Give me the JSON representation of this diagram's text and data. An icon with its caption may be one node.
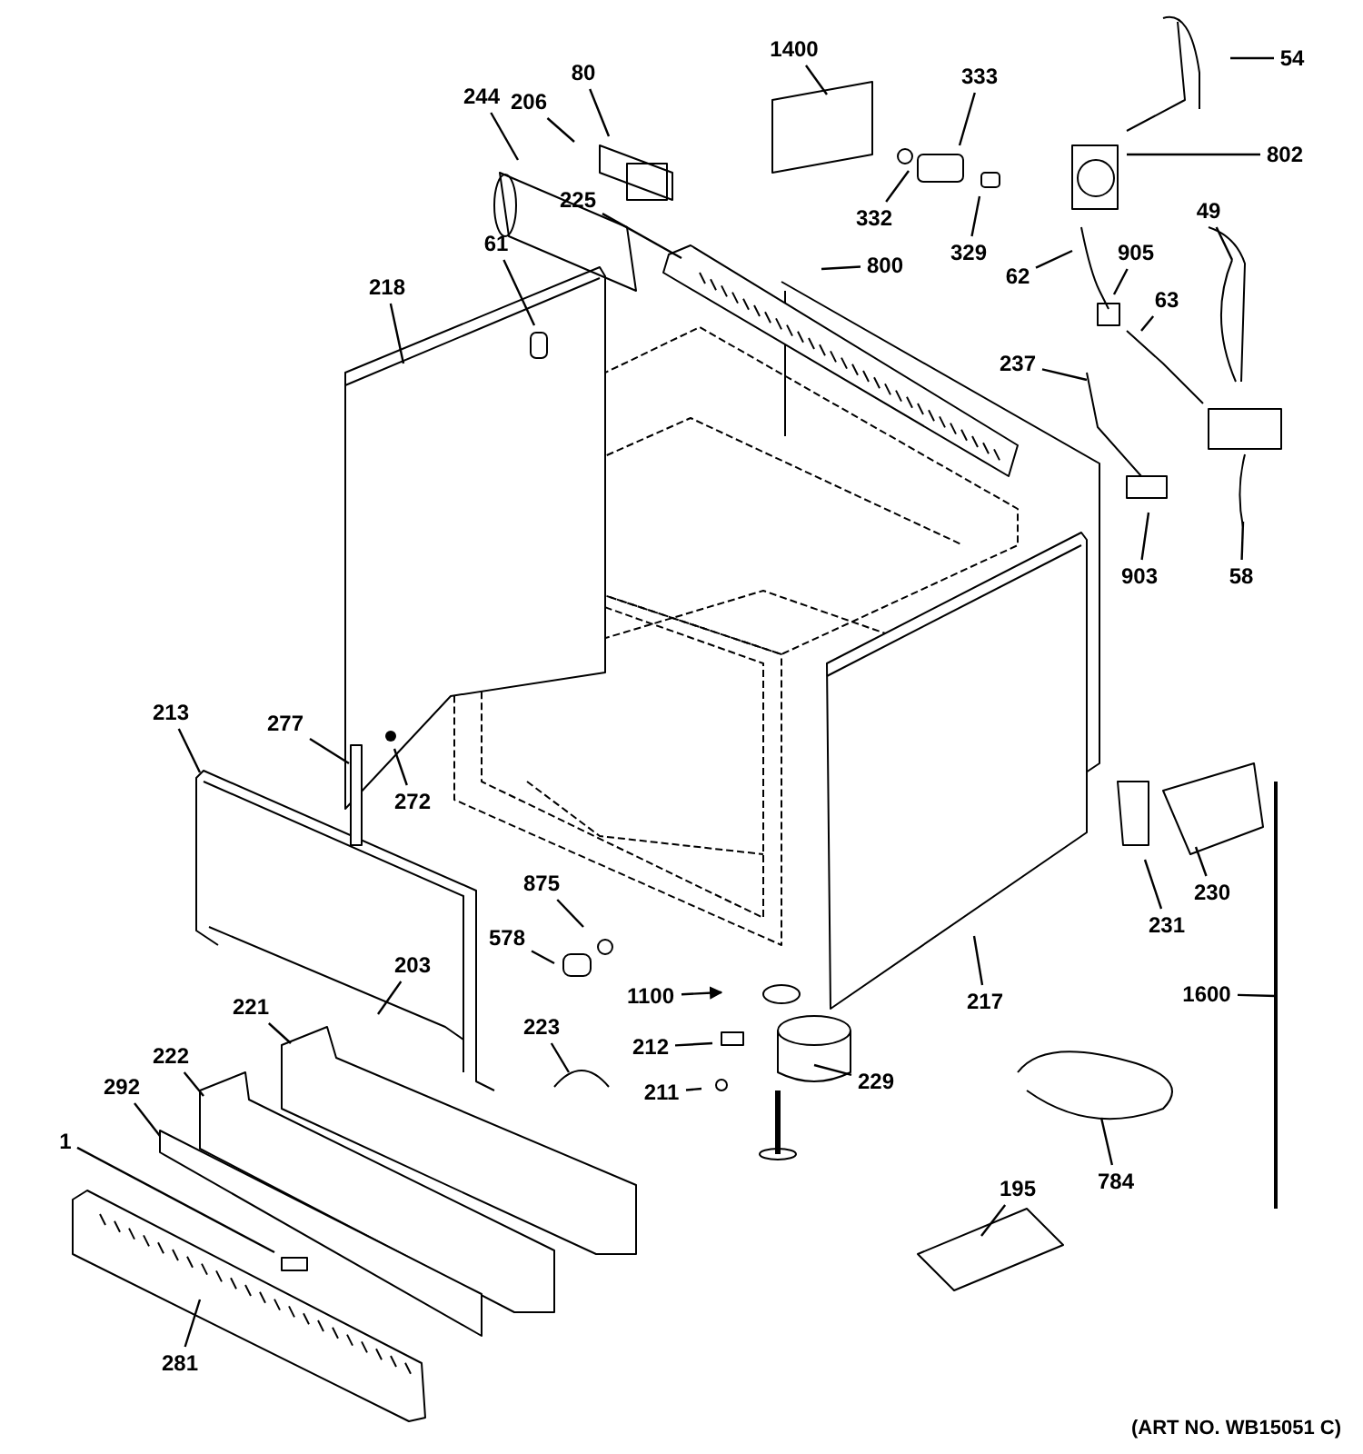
{
  "diagram": {
    "nodes": [
      {
        "text": [
          "1400"
        ]
      },
      {
        "text": [
          "80"
        ]
      },
      {
        "text": [
          "206"
        ]
      },
      {
        "text": [
          "244"
        ]
      },
      {
        "text": [
          "333"
        ]
      },
      {
        "text": [
          "54"
        ]
      },
      {
        "text": [
          "802"
        ]
      },
      {
        "text": [
          "332"
        ]
      },
      {
        "text": [
          "329"
        ]
      },
      {
        "text": [
          "225"
        ]
      },
      {
        "text": [
          "800"
        ]
      },
      {
        "text": [
          "61"
        ]
      },
      {
        "text": [
          "218"
        ]
      },
      {
        "text": [
          "49"
        ]
      },
      {
        "text": [
          "905"
        ]
      },
      {
        "text": [
          "62"
        ]
      },
      {
        "text": [
          "63"
        ]
      },
      {
        "text": [
          "237"
        ]
      },
      {
        "text": [
          "903"
        ]
      },
      {
        "text": [
          "58"
        ]
      },
      {
        "text": [
          "213"
        ]
      },
      {
        "text": [
          "277"
        ]
      },
      {
        "text": [
          "272"
        ]
      },
      {
        "text": [
          "230"
        ]
      },
      {
        "text": [
          "231"
        ]
      },
      {
        "text": [
          "875"
        ]
      },
      {
        "text": [
          "578"
        ]
      },
      {
        "text": [
          "217"
        ]
      },
      {
        "text": [
          "203"
        ]
      },
      {
        "text": [
          "1600"
        ]
      },
      {
        "text": [
          "1100"
        ]
      },
      {
        "text": [
          "221"
        ]
      },
      {
        "text": [
          "223"
        ]
      },
      {
        "text": [
          "212"
        ]
      },
      {
        "text": [
          "222"
        ]
      },
      {
        "text": [
          "229"
        ]
      },
      {
        "text": [
          "211"
        ]
      },
      {
        "text": [
          "292"
        ]
      },
      {
        "text": [
          "195"
        ]
      },
      {
        "text": [
          "784"
        ]
      },
      {
        "text": [
          "1"
        ]
      },
      {
        "text": [
          "281"
        ]
      }
    ],
    "edges": [
      {
        "from": 0,
        "to": null,
        "arrow": "none"
      },
      {
        "from": 1,
        "to": null,
        "arrow": "none"
      },
      {
        "from": 2,
        "to": null,
        "arrow": "none"
      },
      {
        "from": 3,
        "to": null,
        "arrow": "none"
      },
      {
        "from": 4,
        "to": null,
        "arrow": "none"
      },
      {
        "from": 5,
        "to": null,
        "arrow": "none"
      },
      {
        "from": 6,
        "to": null,
        "arrow": "none"
      },
      {
        "from": 7,
        "to": null,
        "arrow": "none"
      },
      {
        "from": 8,
        "to": null,
        "arrow": "none"
      },
      {
        "from": 9,
        "to": null,
        "arrow": "none"
      },
      {
        "from": 10,
        "to": null,
        "arrow": "none"
      },
      {
        "from": 11,
        "to": null,
        "arrow": "none"
      },
      {
        "from": 12,
        "to": null,
        "arrow": "none"
      },
      {
        "from": 13,
        "to": null,
        "arrow": "none"
      },
      {
        "from": 14,
        "to": null,
        "arrow": "none"
      },
      {
        "from": 15,
        "to": null,
        "arrow": "none"
      },
      {
        "from": 16,
        "to": null,
        "arrow": "none"
      },
      {
        "from": 17,
        "to": null,
        "arrow": "none"
      },
      {
        "from": 18,
        "to": null,
        "arrow": "none"
      },
      {
        "from": 19,
        "to": null,
        "arrow": "none"
      },
      {
        "from": 20,
        "to": null,
        "arrow": "none"
      },
      {
        "from": 21,
        "to": null,
        "arrow": "none"
      },
      {
        "from": 22,
        "to": null,
        "arrow": "none"
      },
      {
        "from": 23,
        "to": null,
        "arrow": "none"
      },
      {
        "from": 24,
        "to": null,
        "arrow": "none"
      },
      {
        "from": 25,
        "to": null,
        "arrow": "none"
      },
      {
        "from": 26,
        "to": null,
        "arrow": "none"
      },
      {
        "from": 27,
        "to": null,
        "arrow": "none"
      },
      {
        "from": 28,
        "to": null,
        "arrow": "none"
      },
      {
        "from": 29,
        "to": null,
        "arrow": "none"
      },
      {
        "from": 30,
        "to": null,
        "arrow": "to"
      },
      {
        "from": 31,
        "to": null,
        "arrow": "none"
      },
      {
        "from": 32,
        "to": null,
        "arrow": "none"
      },
      {
        "from": 33,
        "to": null,
        "arrow": "none"
      },
      {
        "from": 34,
        "to": null,
        "arrow": "none"
      },
      {
        "from": 35,
        "to": null,
        "arrow": "none"
      },
      {
        "from": 36,
        "to": null,
        "arrow": "none"
      },
      {
        "from": 37,
        "to": null,
        "arrow": "none"
      },
      {
        "from": 38,
        "to": null,
        "arrow": "none"
      },
      {
        "from": 39,
        "to": null,
        "arrow": "none"
      },
      {
        "from": 40,
        "to": null,
        "arrow": "none"
      },
      {
        "from": 41,
        "to": null,
        "arrow": "none"
      }
    ],
    "labels": [
      "(ART NO. WB15051 C)"
    ]
  }
}
